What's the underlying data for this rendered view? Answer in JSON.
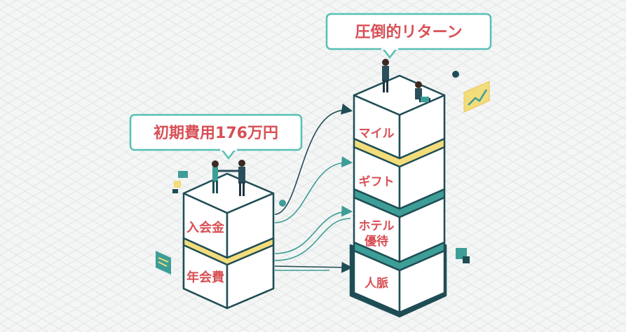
{
  "left_stack": {
    "callout": "初期費用176万円",
    "blocks": [
      "入会金",
      "年会費"
    ]
  },
  "right_stack": {
    "callout": "圧倒的リターン",
    "blocks": [
      "マイル",
      "ギフト",
      "ホテル\n優待",
      "人脈"
    ]
  },
  "colors": {
    "outline": "#1f4d55",
    "teal": "#3d9e97",
    "divider": "#f3dc7a",
    "text": "#d84f55",
    "callout_border": "#56c0b4",
    "background": "#f4f5f5"
  },
  "icons": [
    "people-handshake-icon",
    "people-meeting-icon",
    "rising-chart-icon",
    "document-icon",
    "flag-icon"
  ]
}
